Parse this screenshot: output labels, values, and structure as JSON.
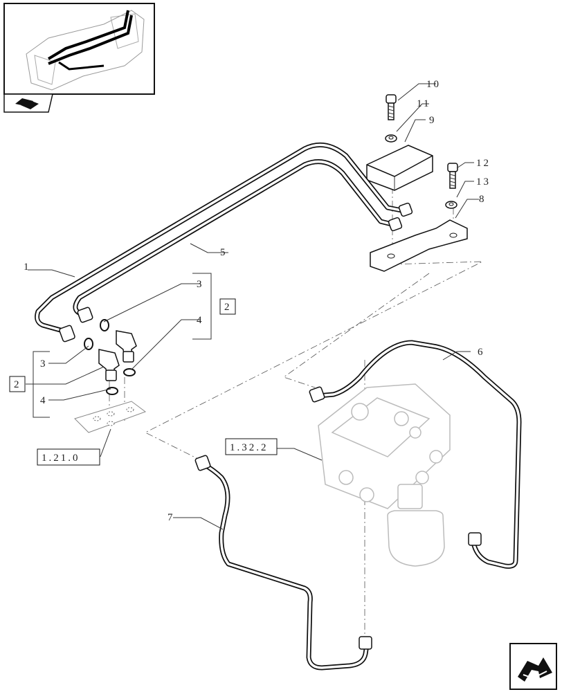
{
  "callouts": {
    "c1": "1",
    "c2a": "2",
    "c2b": "2",
    "c3a": "3",
    "c3b": "3",
    "c4a": "4",
    "c4b": "4",
    "c5": "5",
    "c6": "6",
    "c7": "7",
    "c8": "8",
    "c9": "9",
    "c10": "10",
    "c11": "11",
    "c12": "12",
    "c13": "13"
  },
  "refs": {
    "r1": "1.21.0",
    "r2": "1.32.2"
  },
  "colors": {
    "line": "#111111",
    "ghost": "#bbbbbb",
    "thumb_pipe": "#000000"
  },
  "icons": {
    "thumbnail": "transmission-thumbnail",
    "nav_small": "book-arrow-icon",
    "nav_large": "next-page-arrow-icon"
  }
}
